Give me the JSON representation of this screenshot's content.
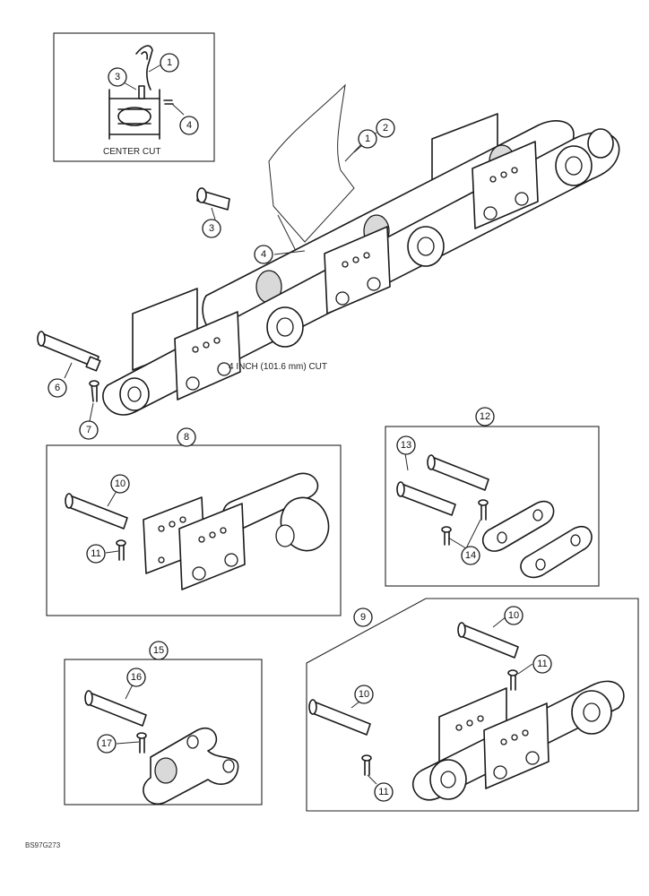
{
  "labels": {
    "center_cut": "CENTER CUT",
    "inch_cut": "4 INCH (101.6 mm) CUT",
    "drawing_code": "BS97G273"
  },
  "callouts": [
    "1",
    "2",
    "3",
    "4",
    "6",
    "7",
    "8",
    "9",
    "10",
    "11",
    "12",
    "13",
    "14",
    "15",
    "16",
    "17"
  ],
  "colors": {
    "ink": "#1a1a1a",
    "paper": "#ffffff"
  }
}
